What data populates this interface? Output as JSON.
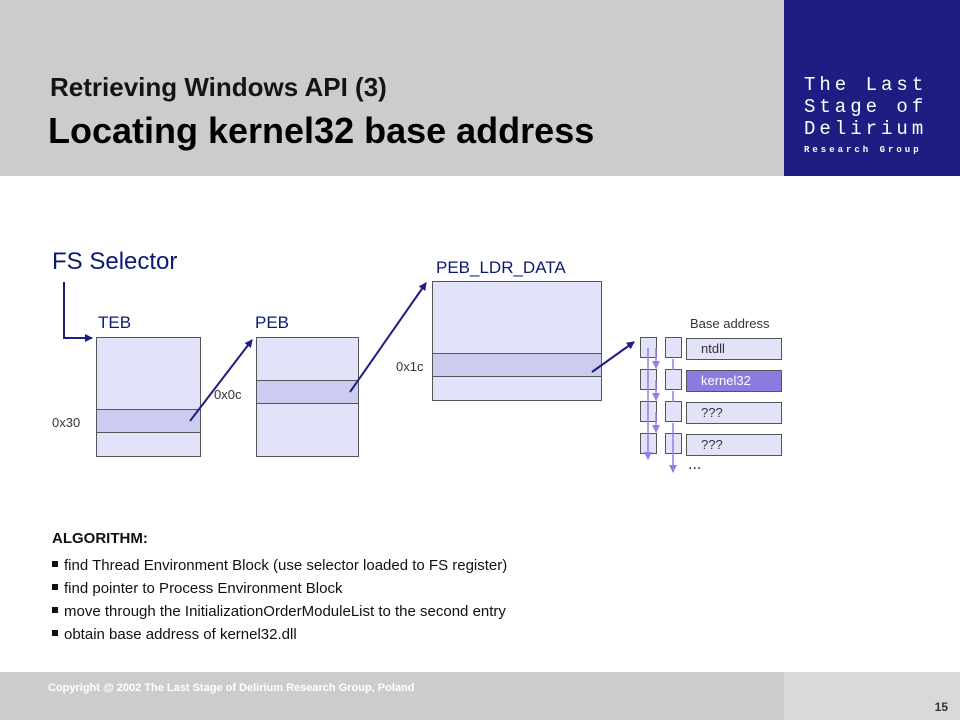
{
  "header": {
    "title_line1": "Retrieving Windows API (3)",
    "title_line2": "Locating kernel32 base address"
  },
  "logo": {
    "line1": "The Last",
    "line2": "Stage of",
    "line3": "Delirium",
    "line4": "Research Group"
  },
  "diagram": {
    "fs_selector": "FS Selector",
    "teb_label": "TEB",
    "peb_label": "PEB",
    "peb_ldr_label": "PEB_LDR_DATA",
    "offset_teb": "0x30",
    "offset_peb": "0x0c",
    "offset_ldr": "0x1c",
    "base_address_label": "Base address",
    "modules": [
      "ntdll",
      "kernel32",
      "???",
      "???"
    ],
    "ellipsis": "..."
  },
  "algorithm": {
    "title": "ALGORITHM:",
    "steps": [
      "find Thread Environment Block (use selector loaded to FS register)",
      "find pointer to Process Environment Block",
      "move through the InitializationOrderModuleList to the second entry",
      "obtain base address of kernel32.dll"
    ]
  },
  "footer": {
    "copyright": "Copyright @ 2002 The Last Stage of Delirium Research Group, Poland",
    "page_number": "15"
  },
  "colors": {
    "logo_bg": "#1e1e82",
    "block_fill": "#e2e2f8",
    "highlight": "#8a7be0",
    "arrow": "#1e1e82",
    "list_arrow": "#9b7be8"
  }
}
